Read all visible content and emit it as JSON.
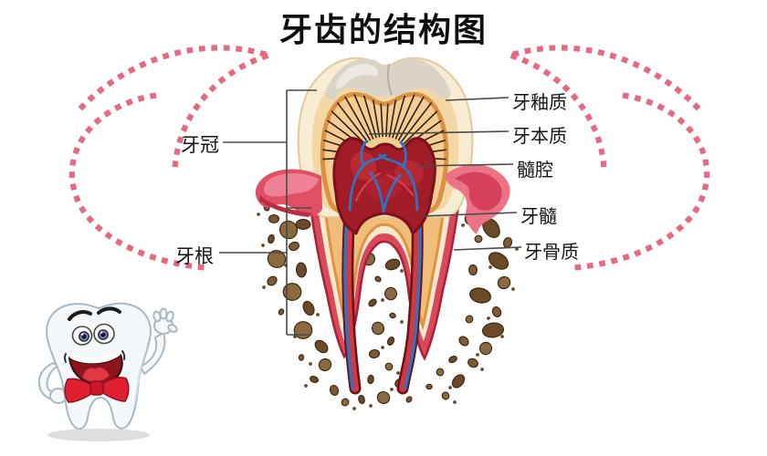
{
  "title": "牙齿的结构图",
  "diagram": {
    "left_labels": [
      {
        "id": "crown",
        "text": "牙冠"
      },
      {
        "id": "root",
        "text": "牙根"
      }
    ],
    "right_labels": [
      {
        "id": "enamel",
        "text": "牙釉质"
      },
      {
        "id": "dentin",
        "text": "牙本质"
      },
      {
        "id": "pulp_cavity",
        "text": "髓腔"
      },
      {
        "id": "pulp",
        "text": "牙髓"
      },
      {
        "id": "cementum",
        "text": "牙骨质"
      }
    ]
  },
  "icons": {
    "mascot": "smiling-tooth-mascot-icon",
    "decoration": "pink-dotted-heart-arcs"
  },
  "colors": {
    "accent_pink": "#e25570",
    "gum_red": "#e04f63",
    "enamel_cream": "#f8ecd2",
    "dentin_orange": "#f0bd7a",
    "pulp_dark_red": "#a01c27",
    "vessel_blue": "#2d74c2",
    "bone_brown": "#7d5a35",
    "text_black": "#141414"
  }
}
